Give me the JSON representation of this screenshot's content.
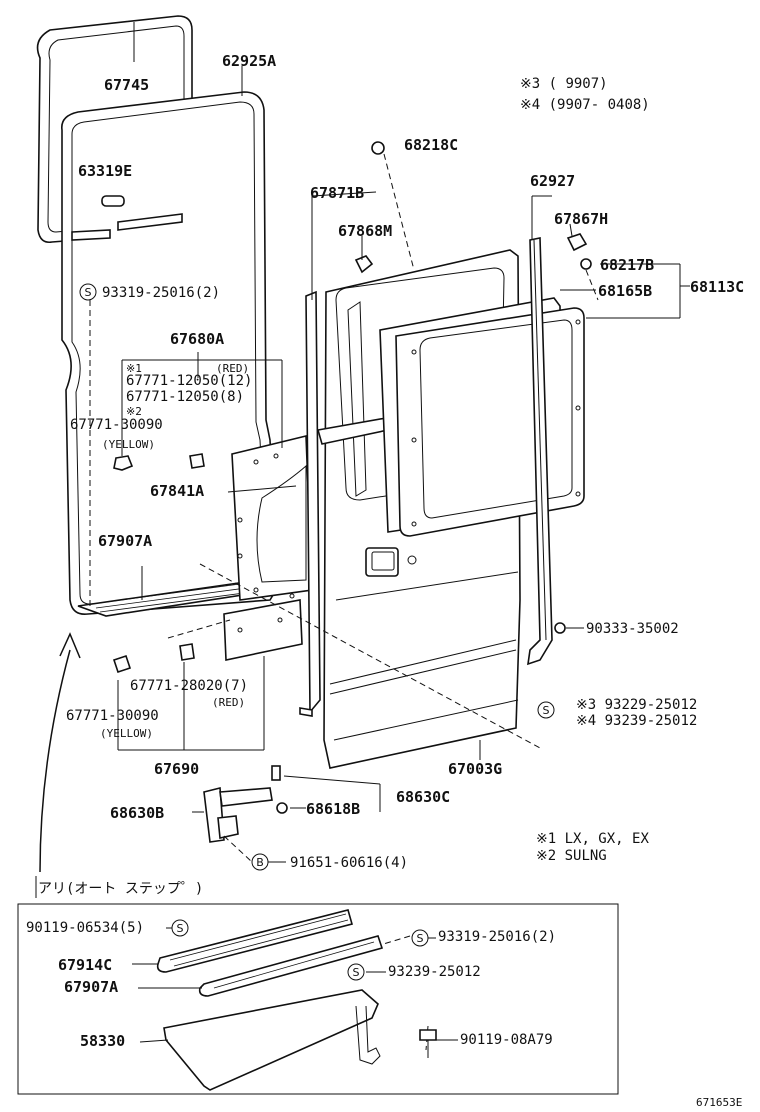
{
  "notes": {
    "n3": "※3 (      9907)",
    "n4": "※4 (9907- 0408)",
    "n1": "※1 LX, GX, EX",
    "n2": "※2 SULNG",
    "ref": "671653E",
    "box_title": "アリ(オート ステップ゜)"
  },
  "symbols": {
    "s": "S",
    "b": "B"
  },
  "parts": {
    "p67745": "67745",
    "p62925A": "62925A",
    "p63319E": "63319E",
    "p93319_25016_2": "93319-25016(2)",
    "p67680A": "67680A",
    "star1": "※1",
    "red1": "(RED)",
    "p67771_12050_12": "67771-12050(12)",
    "p67771_12050_8": "67771-12050(8)",
    "star2": "※2",
    "p67771_30090": "67771-30090",
    "yellow1": "(YELLOW)",
    "p67841A": "67841A",
    "p67907A": "67907A",
    "p67771_28020": "67771-28020(7)",
    "red2": "(RED)",
    "p67771_30090b": "67771-30090",
    "yellow2": "(YELLOW)",
    "p67690": "67690",
    "p68630B": "68630B",
    "p68618B": "68618B",
    "p68630C": "68630C",
    "p91651": "91651-60616(4)",
    "p68218C": "68218C",
    "p67871B": "67871B",
    "p67868M": "67868M",
    "p62927": "62927",
    "p67867H": "67867H",
    "p68217B": "68217B",
    "p68165B": "68165B",
    "p68113C": "68113C",
    "p90333": "90333-35002",
    "p93229": "※3 93229-25012",
    "p93239": "※4 93239-25012",
    "p67003G": "67003G",
    "b90119_06534": "90119-06534(5)",
    "b93319_25016": "93319-25016(2)",
    "b67914C": "67914C",
    "b93239": "93239-25012",
    "b67907A": "67907A",
    "b58330": "58330",
    "b90119_08A79": "90119-08A79"
  }
}
